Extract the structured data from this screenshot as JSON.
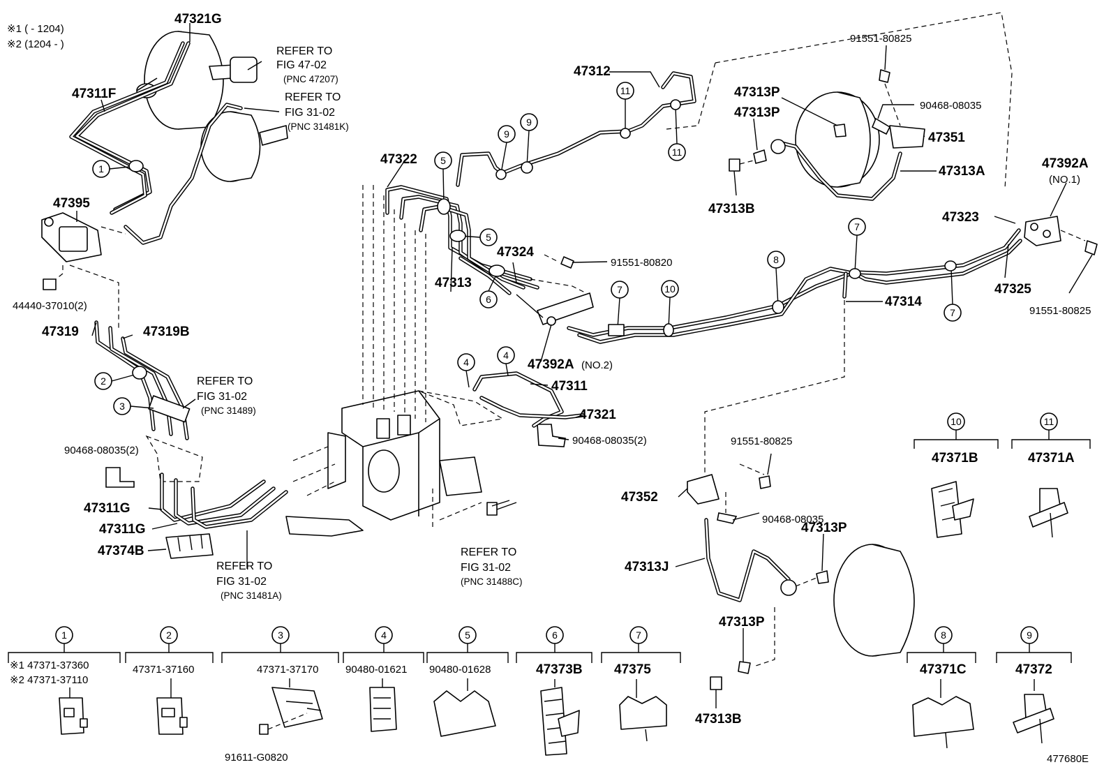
{
  "notes": {
    "line1": "※1 (       - 1204)",
    "line2": "※2 (1204 -       )"
  },
  "parts": {
    "p47321G": "47321G",
    "p47311F": "47311F",
    "p47395": "47395",
    "p44440": "44440-37010(2)",
    "p47319": "47319",
    "p47319B": "47319B",
    "p90468_2a": "90468-08035(2)",
    "p47311G_a": "47311G",
    "p47311G_b": "47311G",
    "p47374B": "47374B",
    "p47322": "47322",
    "p47313": "47313",
    "p47324": "47324",
    "p91551_80820": "91551-80820",
    "p47392A_no2": "47392A",
    "p47392A_no2_sub": "(NO.2)",
    "p47311": "47311",
    "p47321": "47321",
    "p90468_2b": "90468-08035(2)",
    "p47312": "47312",
    "p91551_top": "91551-80825",
    "p47313P_a": "47313P",
    "p47313P_b": "47313P",
    "p90468_top": "90468-08035",
    "p47351": "47351",
    "p47313A": "47313A",
    "p47313B_a": "47313B",
    "p47392A_no1": "47392A",
    "p47392A_no1_sub": "(NO.1)",
    "p47323": "47323",
    "p47325": "47325",
    "p91551_right": "91551-80825",
    "p47314": "47314",
    "p91551_mid": "91551-80825",
    "p47352": "47352",
    "p90468_mid": "90468-08035",
    "p47313P_c": "47313P",
    "p47313J": "47313J",
    "p47313P_d": "47313P",
    "p47313B_b": "47313B"
  },
  "refs": {
    "r1": {
      "a": "REFER TO",
      "b": "FIG 47-02",
      "c": "(PNC 47207)"
    },
    "r2": {
      "a": "REFER TO",
      "b": "FIG 31-02",
      "c": "(PNC 31481K)"
    },
    "r3": {
      "a": "REFER TO",
      "b": "FIG 31-02",
      "c": "(PNC 31489)"
    },
    "r4": {
      "a": "REFER TO",
      "b": "FIG 31-02",
      "c": "(PNC 31481A)"
    },
    "r5": {
      "a": "REFER TO",
      "b": "FIG 31-02",
      "c": "(PNC 31488C)"
    }
  },
  "clamp_legend": [
    {
      "num": "1",
      "l1": "※1 47371-37360",
      "l2": "※2 47371-37110"
    },
    {
      "num": "2",
      "l1": "47371-37160"
    },
    {
      "num": "3",
      "l1": "47371-37170",
      "l2": "91611-G0820"
    },
    {
      "num": "4",
      "l1": "90480-01621"
    },
    {
      "num": "5",
      "l1": "90480-01628"
    },
    {
      "num": "6",
      "l1": "47373B"
    },
    {
      "num": "7",
      "l1": "47375"
    },
    {
      "num": "8",
      "l1": "47371C"
    },
    {
      "num": "9",
      "l1": "47372"
    },
    {
      "num": "10",
      "l1": "47371B"
    },
    {
      "num": "11",
      "l1": "47371A"
    }
  ],
  "badges": [
    "1",
    "2",
    "3",
    "4",
    "5",
    "6",
    "7",
    "8",
    "9",
    "10",
    "11"
  ],
  "figure_code": "477680E"
}
